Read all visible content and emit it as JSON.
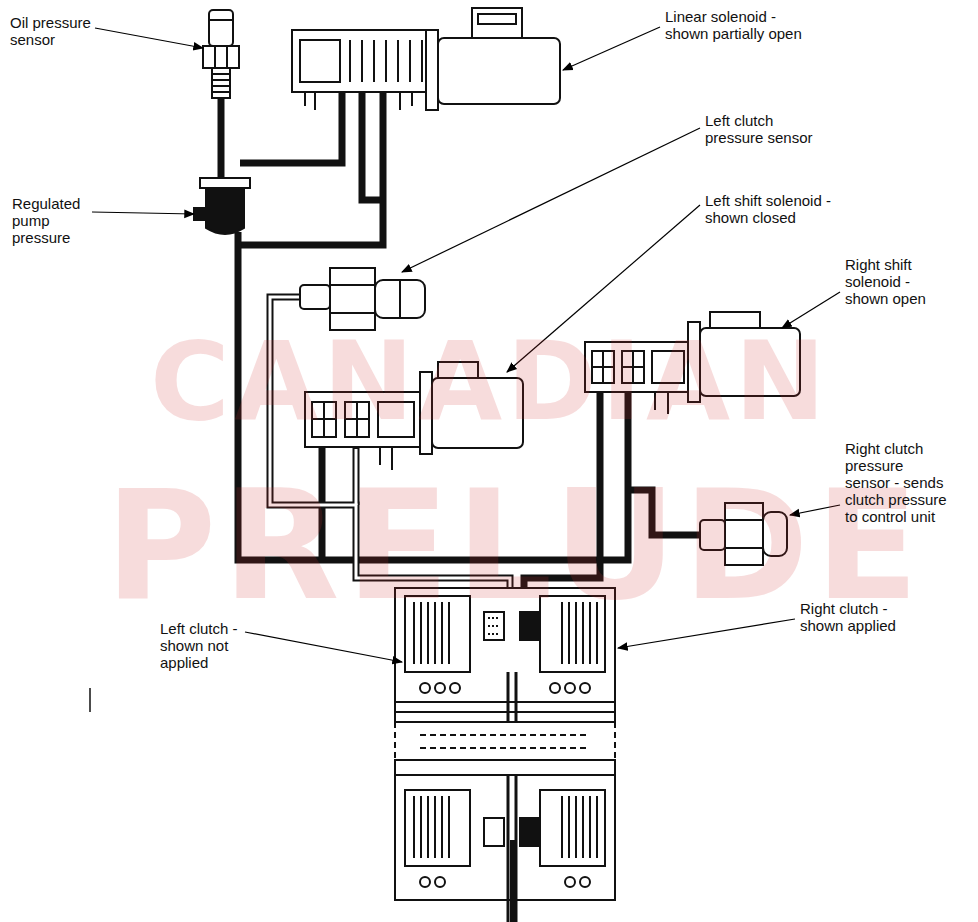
{
  "diagram": {
    "labels": [
      "Oil pressure sensor",
      "Linear solenoid - shown partially open",
      "Left clutch pressure sensor",
      "Regulated pump pressure",
      "Left shift solenoid - shown closed",
      "Right shift solenoid - shown open",
      "Right clutch pressure sensor - sends clutch pressure to control unit",
      "Right clutch - shown applied",
      "Left clutch - shown not applied",
      "CANADIAN",
      "PRELUDE"
    ]
  }
}
